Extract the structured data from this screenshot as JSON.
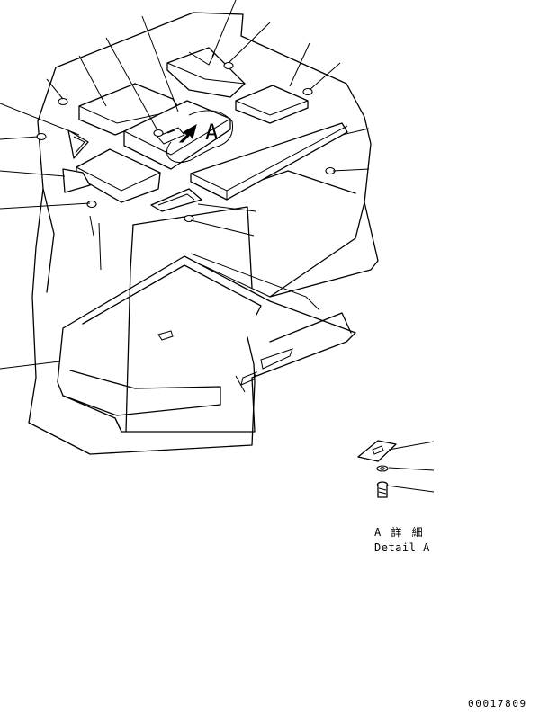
{
  "callout": {
    "letter": "A"
  },
  "detail": {
    "title_line1": "A 詳 細",
    "title_line2": "Detail A"
  },
  "drawing_number": "00017809",
  "colors": {
    "line": "#000000",
    "background": "#ffffff"
  }
}
